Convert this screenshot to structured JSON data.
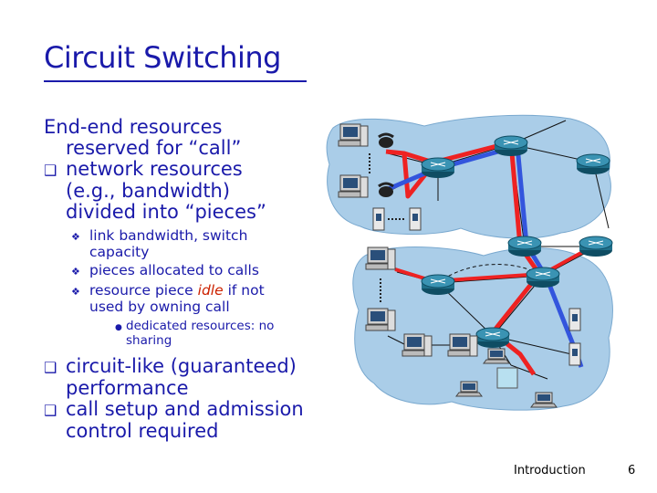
{
  "title": "Circuit Switching",
  "intro": {
    "line1": "End-end resources",
    "line2": "reserved for “call”"
  },
  "bullets": [
    {
      "lines": [
        "network resources",
        "(e.g., bandwidth)",
        "divided into “pieces”"
      ]
    }
  ],
  "sub_bullets": [
    {
      "lines": [
        "link bandwidth, switch",
        "capacity"
      ]
    },
    {
      "lines": [
        "pieces allocated to calls"
      ]
    },
    {
      "prefix": "resource piece ",
      "emph": "idle",
      "suffix": " if not",
      "line2": "used by owning call"
    }
  ],
  "sub_sub_bullets": [
    {
      "lines": [
        "dedicated resources: no",
        "sharing"
      ]
    }
  ],
  "bullets2": [
    {
      "lines": [
        "circuit-like (guaranteed)",
        "performance"
      ]
    },
    {
      "lines": [
        "call setup and admission",
        "control required"
      ]
    }
  ],
  "footer": {
    "label": "Introduction",
    "page": "6"
  },
  "colors": {
    "text": "#1a1aaa",
    "cloud": "#aacde8",
    "circuit_red": "#ee2222",
    "circuit_blue": "#3355dd",
    "router": "#1f6f8a"
  },
  "icons": [
    "q-bullet-icon",
    "diamond-bullet-icon",
    "router-icon",
    "desktop-computer-icon",
    "telephone-icon",
    "server-icon",
    "laptop-icon",
    "wireless-access-point-icon"
  ]
}
